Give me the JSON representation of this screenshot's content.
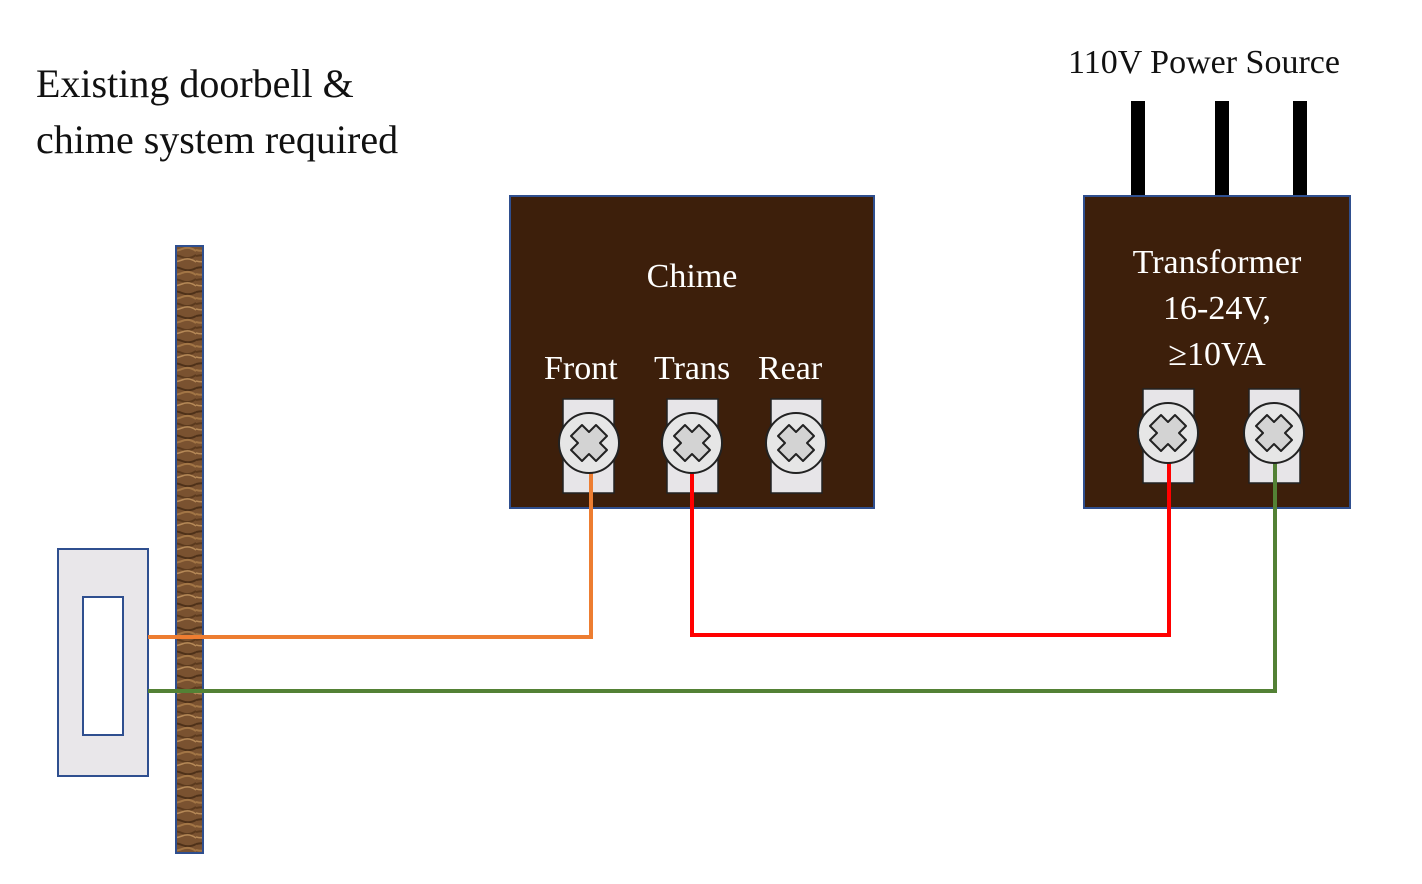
{
  "note": {
    "line1": "Existing doorbell &",
    "line2": "chime system required"
  },
  "power_source": {
    "label": "110V Power Source"
  },
  "chime": {
    "title": "Chime",
    "terminals": [
      "Front",
      "Trans",
      "Rear"
    ]
  },
  "transformer": {
    "line1": "Transformer",
    "line2": "16-24V,",
    "line3": "≥10VA"
  },
  "colors": {
    "box_fill": "#3d1f0b",
    "box_stroke": "#2f4f8f",
    "terminal_plate": "#e7e5e8",
    "screw": "#e6e6e6",
    "wire_front": "#ed7d31",
    "wire_trans": "#ff0000",
    "wire_ground": "#538135",
    "power_leads": "#000000",
    "wood": "#7a5230",
    "button_plate": "#e9e7ea"
  },
  "icons": {
    "terminal_screw": "phillips-screw-icon",
    "wall": "wood-stud-icon",
    "doorbell": "doorbell-button-icon"
  }
}
